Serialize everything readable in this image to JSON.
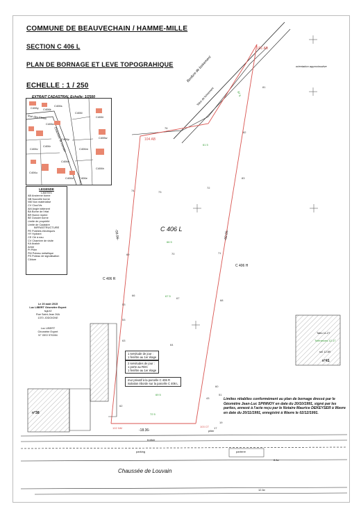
{
  "title": "COMMUNE DE BEAUVECHAIN / HAMME-MILLE",
  "section": "SECTION C 406 L",
  "plan_title": "PLAN DE BORNAGE ET LEVE TOPOGRAHIQUE",
  "scale": "ECHELLE : 1 / 250",
  "orientation_label": "orientation approximative",
  "inset": {
    "title": "EXTRAIT CADASTRAL  Echelle: 1/2500",
    "street1": "Rue des Claies",
    "street2": "Chaussée de Louvain",
    "parcels": [
      "C406y",
      "C406k",
      "C406s",
      "C406z",
      "C406l",
      "C406t",
      "C406w",
      "C406v",
      "C406r",
      "C406p",
      "C406n",
      "C406m",
      "C406d",
      "C406e",
      "C406h",
      "C406u"
    ]
  },
  "legend": {
    "title": "LEGENDE",
    "limits": "LIMITES",
    "limit_items": [
      "AB  Ancienne borne",
      "NB  Nouvelle borne",
      "NM  Non matérialisé",
      "CV  Clou/Vis",
      "AM  Angle bâtiment",
      "BA  Borne de l'état",
      "BR  Borne repère",
      "BE  Dossier borne",
      "Limite de propriété",
      "Limite de Cadastre"
    ],
    "infra": "INFRASTRUCTURE",
    "infra_items": [
      "PE  Potelets électriques",
      "HY  Hydrant",
      "CE  Clé à eau",
      "CV  Chambre de visite",
      "KA  Avaloir",
      "Arbre",
      "PI  Pilier",
      "PM  Poteau métallique",
      "PS  Poteau de signalisation",
      "Clôture"
    ]
  },
  "stamp": {
    "date": "Le 20 août 2015",
    "company": "Luc LIBERT Géomètre Expert s.p.r.l",
    "address": "Rue Saint-Jean 26A",
    "city": "1370 JODOIGNE",
    "signed": "Luc LIBERT",
    "role": "Géomètre Expert",
    "reg": "N° GEO 970284"
  },
  "parcels": {
    "main": "C 406 L",
    "r": "C 406 R",
    "h": "C 406 H"
  },
  "boundary_labels": {
    "top": "101 AB",
    "mid": "104 AB",
    "bottom_left": "102 NM",
    "bottom_right": "103 CT",
    "left_len": "-59.96-",
    "right_len": "-60.65-",
    "street_len": "-18.36-"
  },
  "annotations": {
    "a1": "1 servitude de jour :\n1 fenêtre au 1er étage",
    "a2": "2 servitudes de jour :\n1 porte au RDC\n1 fenêtre au 1er étage",
    "a3": "mur privatif à la parcelle C 406 R\nisolation éborde sur la parcelle C 406 L",
    "a4": "Tatto 11.27",
    "a5": "Tolérances 12.17",
    "a6": "sol 12.69",
    "no41": "n°41",
    "no38": "n°38",
    "no": "n°"
  },
  "road": {
    "name": "Chaussée de Louvain",
    "parking": "parking",
    "trottoir": "trottoir",
    "parterre": "parterre",
    "pilier": "pilier",
    "av1": "8 Av",
    "av2": "12 Av"
  },
  "embankment": "Bordure de boisement",
  "embankment2": "Talus de boisement",
  "note": "Limites rétablies conformément au plan de bornage dressé par le Géomètre Jean-Luc SPINNOY en date du 20/10/1991, signé par les parties, annexé à l'acte reçu par le Notaire Maurice DEKEYSER à Wavre en date du 20/11/1991, enregistré à Wavre le 02/12/1991.",
  "colors": {
    "boundary": "#d9534f",
    "green": "#2e9b2e",
    "line": "#222222",
    "built": "#e9876f"
  },
  "spot_heights": [
    {
      "label": "87",
      "v": "green"
    },
    {
      "label": "81",
      "v": "green"
    },
    {
      "label": "77",
      "v": "green"
    },
    {
      "label": "71",
      "v": "green"
    },
    {
      "label": "67",
      "v": "green"
    },
    {
      "label": "65",
      "v": "green"
    }
  ]
}
